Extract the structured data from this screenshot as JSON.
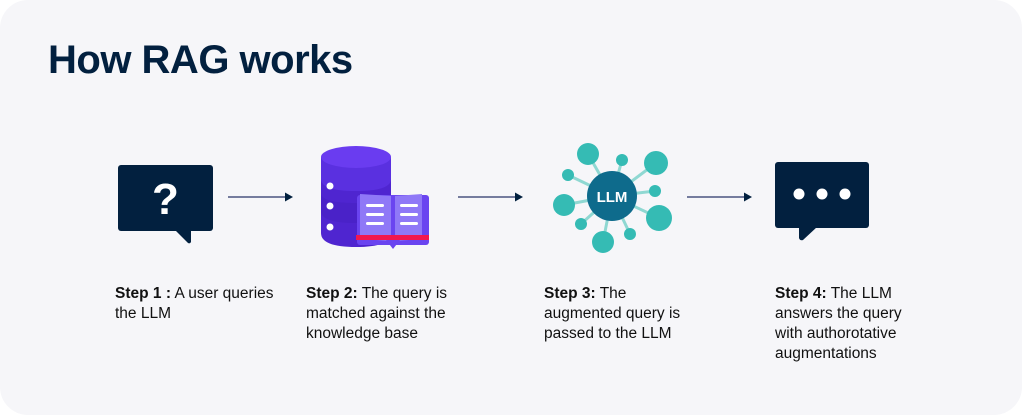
{
  "title": "How RAG works",
  "colors": {
    "navy": "#02203f",
    "database_purple": "#5a2ee0",
    "book_purple": "#8a70f5",
    "book_red": "#f2174f",
    "teal": "#35bbb4",
    "llm_core": "#0e6b8c",
    "background": "#f6f6f9"
  },
  "icons": {
    "step1": "question-chat-bubble-icon",
    "step2": "database-book-icon",
    "step3": "llm-network-icon",
    "step4": "ellipsis-chat-bubble-icon"
  },
  "llm_label": "LLM",
  "question_mark": "?",
  "steps": [
    {
      "label": "Step 1 :",
      "text": "A user queries the LLM"
    },
    {
      "label": "Step 2:",
      "text": "The query is matched against the knowledge base"
    },
    {
      "label": "Step 3:",
      "text": "The augmented query is passed to the LLM"
    },
    {
      "label": "Step 4:",
      "text": "The LLM answers the query with authorotative augmentations"
    }
  ]
}
